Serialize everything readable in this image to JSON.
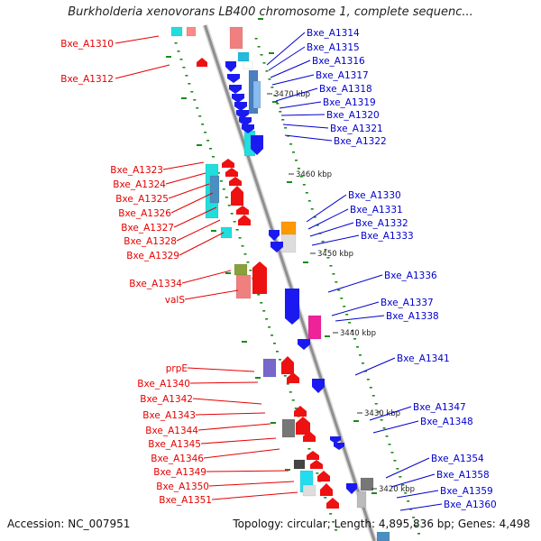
{
  "title": "Burkholderia xenovorans LB400 chromosome 1, complete sequenc...",
  "footer": {
    "accession": "Accession: NC_007951",
    "topology": "Topology: circular; Length: 4,895,836 bp; Genes: 4,498"
  },
  "colors": {
    "left_label": "#e60000",
    "right_label": "#0000cc",
    "backbone": "#8f8f8f",
    "dots": "#1a8a1a"
  },
  "kbp_ticks": [
    "3470 kbp",
    "3460 kbp",
    "3450 kbp",
    "3440 kbp",
    "3430 kbp",
    "3420 kbp"
  ],
  "left_labels": [
    "Bxe_A1310",
    "Bxe_A1312",
    "Bxe_A1323",
    "Bxe_A1324",
    "Bxe_A1325",
    "Bxe_A1326",
    "Bxe_A1327",
    "Bxe_A1328",
    "Bxe_A1329",
    "Bxe_A1334",
    "valS",
    "prpE",
    "Bxe_A1340",
    "Bxe_A1342",
    "Bxe_A1343",
    "Bxe_A1344",
    "Bxe_A1345",
    "Bxe_A1346",
    "Bxe_A1349",
    "Bxe_A1350",
    "Bxe_A1351"
  ],
  "right_labels": [
    "Bxe_A1314",
    "Bxe_A1315",
    "Bxe_A1316",
    "Bxe_A1317",
    "Bxe_A1318",
    "Bxe_A1319",
    "Bxe_A1320",
    "Bxe_A1321",
    "Bxe_A1322",
    "Bxe_A1330",
    "Bxe_A1331",
    "Bxe_A1332",
    "Bxe_A1333",
    "Bxe_A1336",
    "Bxe_A1337",
    "Bxe_A1338",
    "Bxe_A1341",
    "Bxe_A1347",
    "Bxe_A1348",
    "Bxe_A1354",
    "Bxe_A1358",
    "Bxe_A1359",
    "Bxe_A1360"
  ]
}
